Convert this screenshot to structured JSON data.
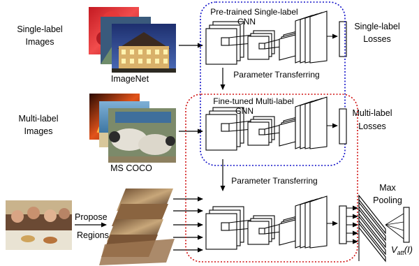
{
  "rows": {
    "single": {
      "label_line1": "Single-label",
      "label_line2": "Images",
      "dataset": "ImageNet",
      "network_line1": "Pre-trained Single-label",
      "network_line2": "CNN",
      "loss_line1": "Single-label",
      "loss_line2": "Losses"
    },
    "multi": {
      "label_line1": "Multi-label",
      "label_line2": "Images",
      "dataset": "MS COCO",
      "network_line1": "Fine-tuned Multi-label",
      "network_line2": "CNN",
      "loss_line1": "Multi-label",
      "loss_line2": "Losses"
    },
    "regions": {
      "propose_line1": "Propose",
      "propose_line2": "Regions"
    }
  },
  "transfer": {
    "first": "Parameter Transferring",
    "second": "Parameter Transferring"
  },
  "pooling": {
    "line1": "Max",
    "line2": "Pooling"
  },
  "output": {
    "symbol": "V",
    "subscript": "att",
    "argument": "(I)"
  },
  "colors": {
    "single_box": "#1010c8",
    "multi_box": "#d01010",
    "output_text": "#e00000",
    "line": "#000000"
  }
}
